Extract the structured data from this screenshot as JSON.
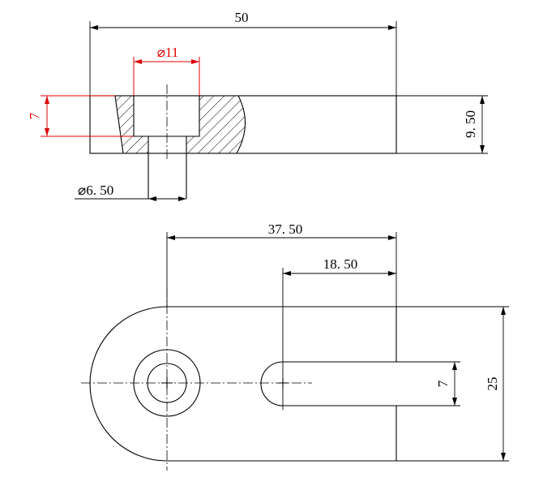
{
  "drawing": {
    "top_view": {
      "overall_length": "50",
      "counterbore_diameter": "⌀11",
      "counterbore_depth": "7",
      "thickness": "9. 50",
      "hole_diameter": "⌀6. 50"
    },
    "plan_view": {
      "center_to_end": "37. 50",
      "slot_center_to_end": "18. 50",
      "slot_width": "7",
      "width": "25"
    },
    "colors": {
      "line": "#000000",
      "highlight": "#e00000",
      "background": "#ffffff"
    }
  }
}
